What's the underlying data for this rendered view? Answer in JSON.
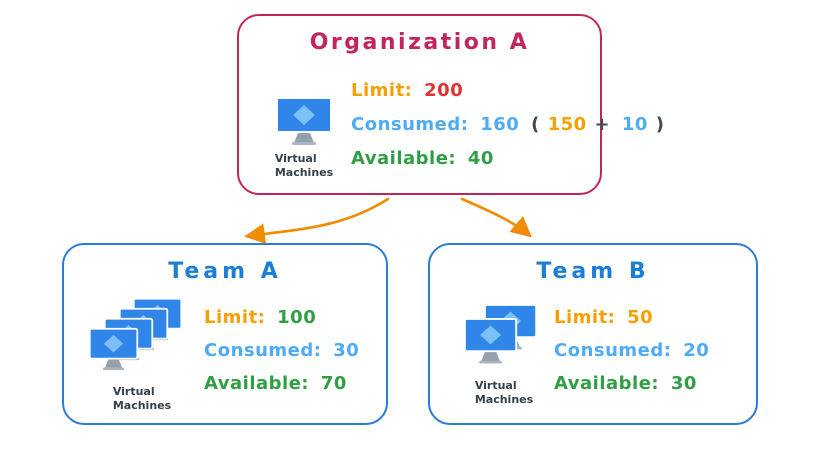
{
  "colors": {
    "org_border": "#c2255c",
    "team_border": "#2b7bd9",
    "limit_label": "#f59f00",
    "consumed_label": "#4dabf7",
    "available_label": "#2f9e44",
    "org_limit_value": "#e03131",
    "arrow": "#f08c00",
    "vm_screen": "#2f86e8",
    "vm_diamond": "#7cc0f8"
  },
  "org": {
    "title": "Organization A",
    "icon_label": "Virtual\nMachines",
    "stats": {
      "limit_label": "Limit:",
      "limit_value": "200",
      "consumed_label": "Consumed:",
      "consumed_value": "160",
      "paren_open": "(",
      "consumed_breakdown_a": "150",
      "plus": "+",
      "consumed_breakdown_b": "10",
      "paren_close": ")",
      "available_label": "Available:",
      "available_value": "40"
    }
  },
  "team_a": {
    "title": "Team A",
    "icon_label": "Virtual\nMachines",
    "stats": {
      "limit_label": "Limit:",
      "limit_value": "100",
      "consumed_label": "Consumed:",
      "consumed_value": "30",
      "available_label": "Available:",
      "available_value": "70"
    }
  },
  "team_b": {
    "title": "Team B",
    "icon_label": "Virtual\nMachines",
    "stats": {
      "limit_label": "Limit:",
      "limit_value": "50",
      "consumed_label": "Consumed:",
      "consumed_value": "20",
      "available_label": "Available:",
      "available_value": "30"
    }
  }
}
